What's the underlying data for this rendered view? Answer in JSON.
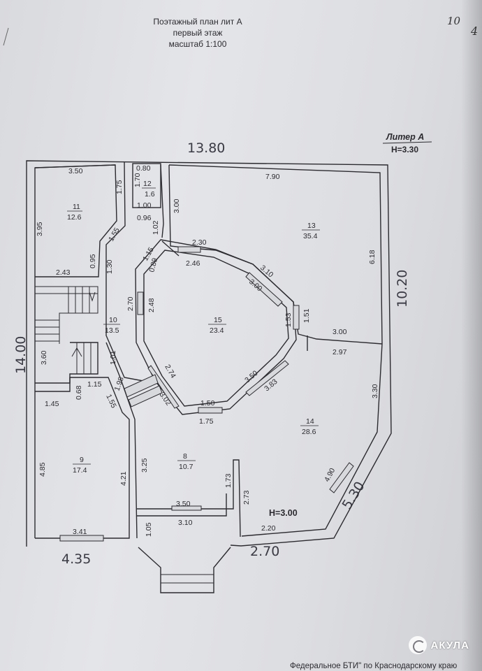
{
  "header": {
    "line1": "Поэтажный план лит А",
    "line2": "первый этаж",
    "line3": "масштаб 1:100",
    "sheet_number": "10",
    "margin_mark": "4"
  },
  "liter": {
    "label": "Литер А",
    "height": "Н=3.30"
  },
  "overall_dims": {
    "top": "13.80",
    "right": "10.20",
    "left": "14.00",
    "bottom_left": "4.35",
    "bottom_mid": "2.70",
    "diag": "5.30"
  },
  "rooms": [
    {
      "id": "11",
      "area": "12.6"
    },
    {
      "id": "12",
      "area": "1.6"
    },
    {
      "id": "13",
      "area": "35.4"
    },
    {
      "id": "10",
      "area": "13.5"
    },
    {
      "id": "15",
      "area": "23.4"
    },
    {
      "id": "14",
      "area": "28.6"
    },
    {
      "id": "9",
      "area": "17.4"
    },
    {
      "id": "8",
      "area": "10.7"
    }
  ],
  "dims": {
    "d350": "3.50",
    "d395": "3.95",
    "d175": "1.75",
    "d243": "2.43",
    "d095": "0.95",
    "d155a": "1.55",
    "d130": "1.30",
    "d080": "0.80",
    "d170": "1.70",
    "d100": "1.00",
    "d096": "0.96",
    "d102": "1.02",
    "d300a": "3.00",
    "d790": "7.90",
    "d618": "6.18",
    "d115a": "1.15",
    "d230": "2.30",
    "d246": "2.46",
    "d310a": "3.10",
    "d300b": "3.00",
    "d089": "0.89",
    "d270": "2.70",
    "d248": "2.48",
    "d151": "1.51",
    "d153": "1.53",
    "d300c": "3.00",
    "d297": "2.97",
    "d360": "3.60",
    "d101": "1.01",
    "d274": "2.74",
    "d350b": "3.50",
    "d383": "3.83",
    "d068": "0.68",
    "d115b": "1.15",
    "d198": "1.98",
    "d145": "1.45",
    "d155b": "1.55",
    "d302": "3.02",
    "d150": "1.50",
    "d175b": "1.75",
    "d330": "3.30",
    "d485": "4.85",
    "d421": "4.21",
    "d325": "3.25",
    "d173": "1.73",
    "d273": "2.73",
    "d490": "4.90",
    "d350c": "3.50",
    "d310b": "3.10",
    "d105": "1.05",
    "d220": "2.20",
    "d341": "3.41"
  },
  "height_label": "Н=3.00",
  "footer_text": "Федеральное БТИ\" по Краснодарскому краю",
  "watermark": "АКУЛА",
  "colors": {
    "paper": "#e2e3e7",
    "ink": "#2b2b30"
  }
}
